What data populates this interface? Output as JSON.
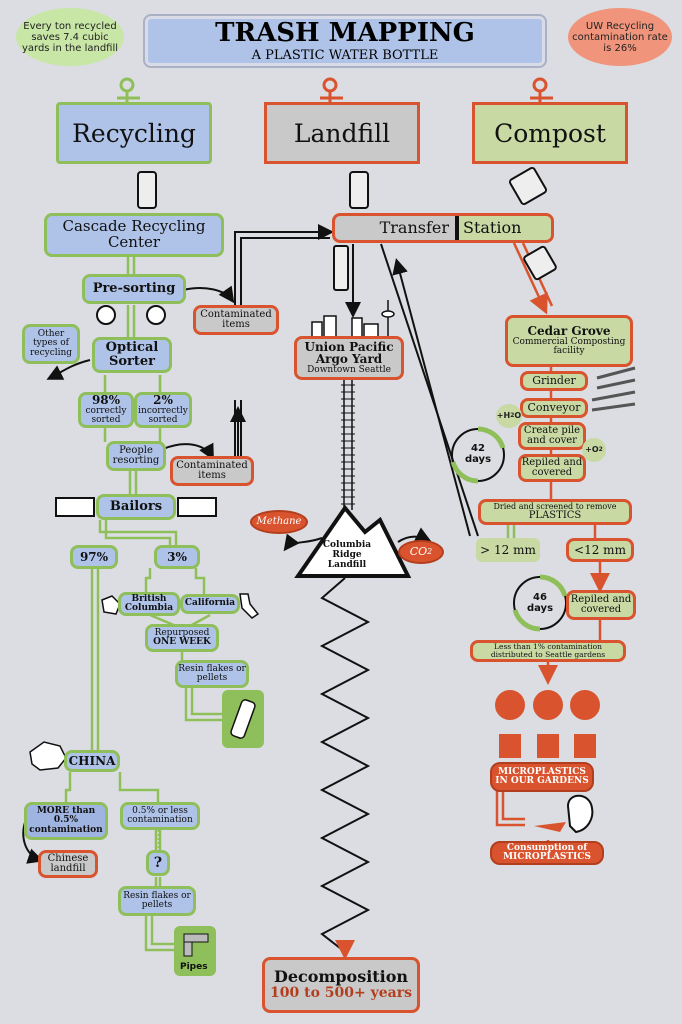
{
  "header": {
    "title": "TRASH MAPPING",
    "subtitle": "A PLASTIC WATER BOTTLE",
    "left_fact": "Every ton recycled saves 7.4 cubic yards in the landfill",
    "right_fact": "UW Recycling contamination rate is 26%"
  },
  "categories": {
    "recycling": "Recycling",
    "landfill": "Landfill",
    "compost": "Compost"
  },
  "recycling": {
    "center": "Cascade Recycling Center",
    "presorting": "Pre-sorting",
    "contaminated_1": "Contaminated items",
    "other_types": "Other types of recycling",
    "optical_sorter": "Optical Sorter",
    "correct_pct": "98%",
    "correct_label": "correctly sorted",
    "incorrect_pct": "2%",
    "incorrect_label": "incorrectly sorted",
    "people_resorting": "People resorting",
    "contaminated_2": "Contaminated items",
    "bailors": "Bailors",
    "pct_97": "97%",
    "pct_3": "3%",
    "british_columbia": "British Columbia",
    "california": "California",
    "repurposed": "Repurposed",
    "one_week": "ONE WEEK",
    "resin_1": "Resin flakes or pellets",
    "china": "CHINA",
    "more_than": "MORE than 0.5% contamination",
    "less_than": "0.5% or less contamination",
    "chinese_landfill": "Chinese landfill",
    "question": "?",
    "resin_2": "Resin flakes or pellets",
    "pipes": "Pipes"
  },
  "landfill": {
    "transfer": "Transfer",
    "station": "Station",
    "union_pacific": "Union Pacific Argo Yard",
    "downtown": "Downtown Seattle",
    "methane": "Methane",
    "co2": "CO",
    "co2_sub": "2",
    "columbia_ridge": "Columbia Ridge Landfill",
    "decomposition": "Decomposition",
    "decomp_years": "100 to 500+ years"
  },
  "compost": {
    "cedar_grove": "Cedar Grove",
    "cedar_sub": "Commercial Composting facility",
    "grinder": "Grinder",
    "conveyor": "Conveyor",
    "create_pile": "Create pile and cover",
    "h2o": "+H",
    "h2o_sub": "2",
    "h2o_end": "O",
    "o2": "+O",
    "o2_sub": "2",
    "days_42": "42 days",
    "repiled_1": "Repiled and covered",
    "dried": "Dried and screened to remove",
    "plastics": "PLASTICS",
    "gt_12": "> 12 mm",
    "lt_12": "<12 mm",
    "days_46": "46 days",
    "repiled_2": "Repiled and covered",
    "less_1pct": "Less than 1% contamination distributed to Seattle gardens",
    "micro_gardens": "MICROPLASTICS IN OUR GARDENS",
    "consumption": "Consumption of MICROPLASTICS"
  }
}
